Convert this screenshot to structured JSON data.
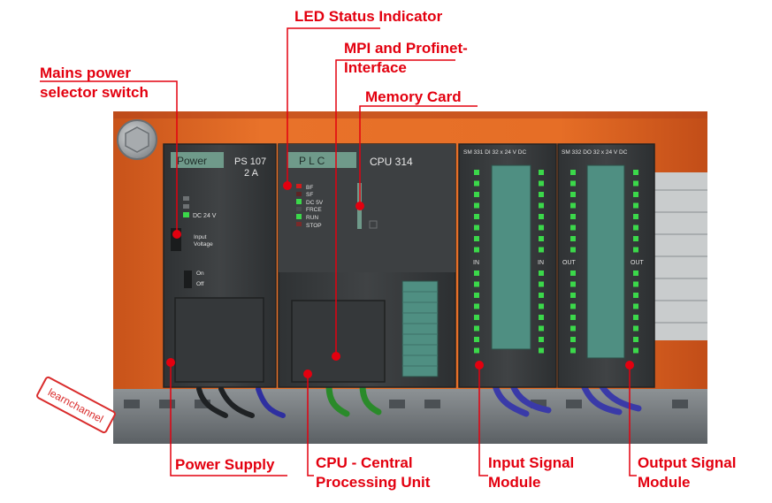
{
  "labels": {
    "led_status": "LED Status Indicator",
    "mpi_line1": "MPI and Profinet-",
    "mpi_line2": "Interface",
    "memory_card": "Memory Card",
    "mains_line1": "Mains power",
    "mains_line2": "selector switch",
    "power_supply": "Power Supply",
    "cpu_line1": "CPU - Central",
    "cpu_line2": "Processing Unit",
    "input_line1": "Input Signal",
    "input_line2": "Module",
    "output_line1": "Output Signal",
    "output_line2": "Module"
  },
  "power_module": {
    "name": "Power",
    "model_line1": "PS 107",
    "model_line2": "2 A",
    "dc_label": "DC 24 V",
    "input_line1": "Input",
    "input_line2": "Voltage",
    "on_label": "On",
    "off_label": "Off"
  },
  "cpu_module": {
    "name": "P L C",
    "model": "CPU 314",
    "leds": [
      "BF",
      "SF",
      "DC 5V",
      "FRCE",
      "RUN",
      "STOP"
    ]
  },
  "input_module": {
    "header": "SM 331   DI 32 x 24 V DC",
    "in_left": "IN",
    "in_right": "IN"
  },
  "output_module": {
    "header": "SM 332   DO 32 x 24 V DC",
    "out_left": "OUT",
    "out_right": "OUT"
  },
  "watermark": "learnchannel",
  "colors": {
    "callout_red": "#e3000f",
    "cabinet_orange": "#e46a22",
    "module_dark": "#3a3d3f",
    "header_green": "#6f9a8a",
    "led_green": "#3bd84a",
    "led_red": "#d21b1b",
    "terminal_teal": "#4f8f82"
  }
}
